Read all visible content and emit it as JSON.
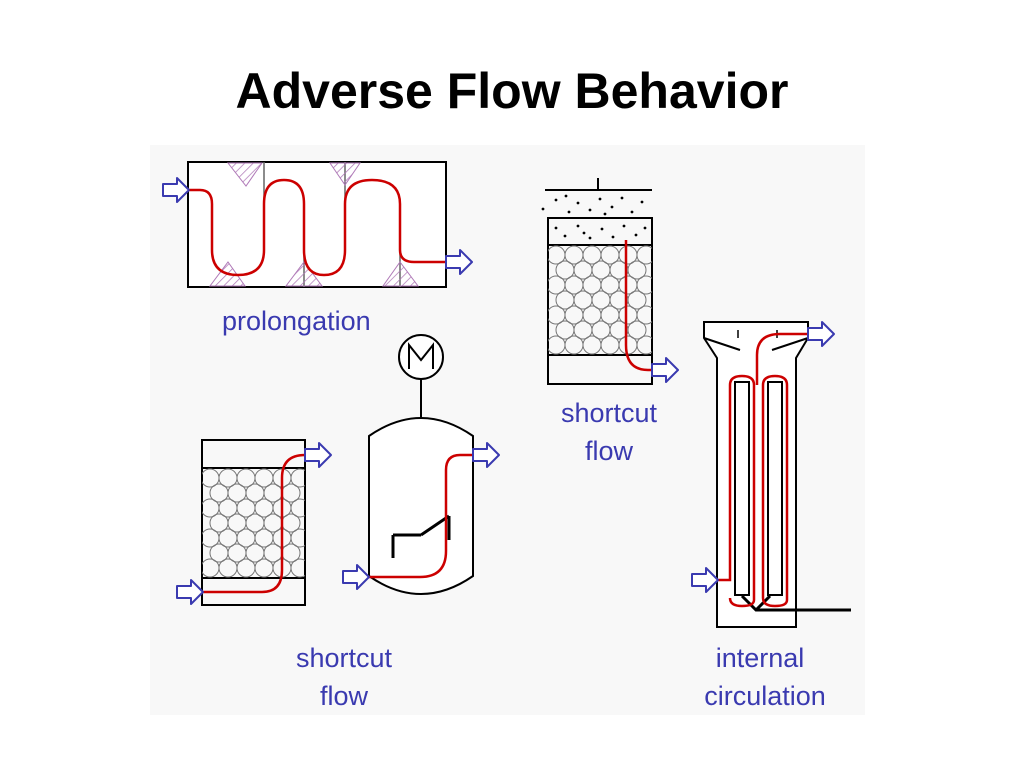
{
  "slide": {
    "title": "Adverse Flow Behavior"
  },
  "diagram": {
    "colors": {
      "outline": "#000000",
      "flow": "#cc0000",
      "arrow": "#3a3ab0",
      "label": "#3a3ab0",
      "hatch": "#b07ab8",
      "panel": "#f8f8f8"
    },
    "labels": {
      "prolongation": "prolongation",
      "shortcut_1_line1": "shortcut",
      "shortcut_1_line2": "flow",
      "shortcut_2_line1": "shortcut",
      "shortcut_2_line2": "flow",
      "internal_line1": "internal",
      "internal_line2": "circulation"
    },
    "icons": {
      "motor": "motor-icon (circle with M)",
      "inlet": "inlet-arrow-icon",
      "outlet": "outlet-arrow-icon"
    }
  }
}
